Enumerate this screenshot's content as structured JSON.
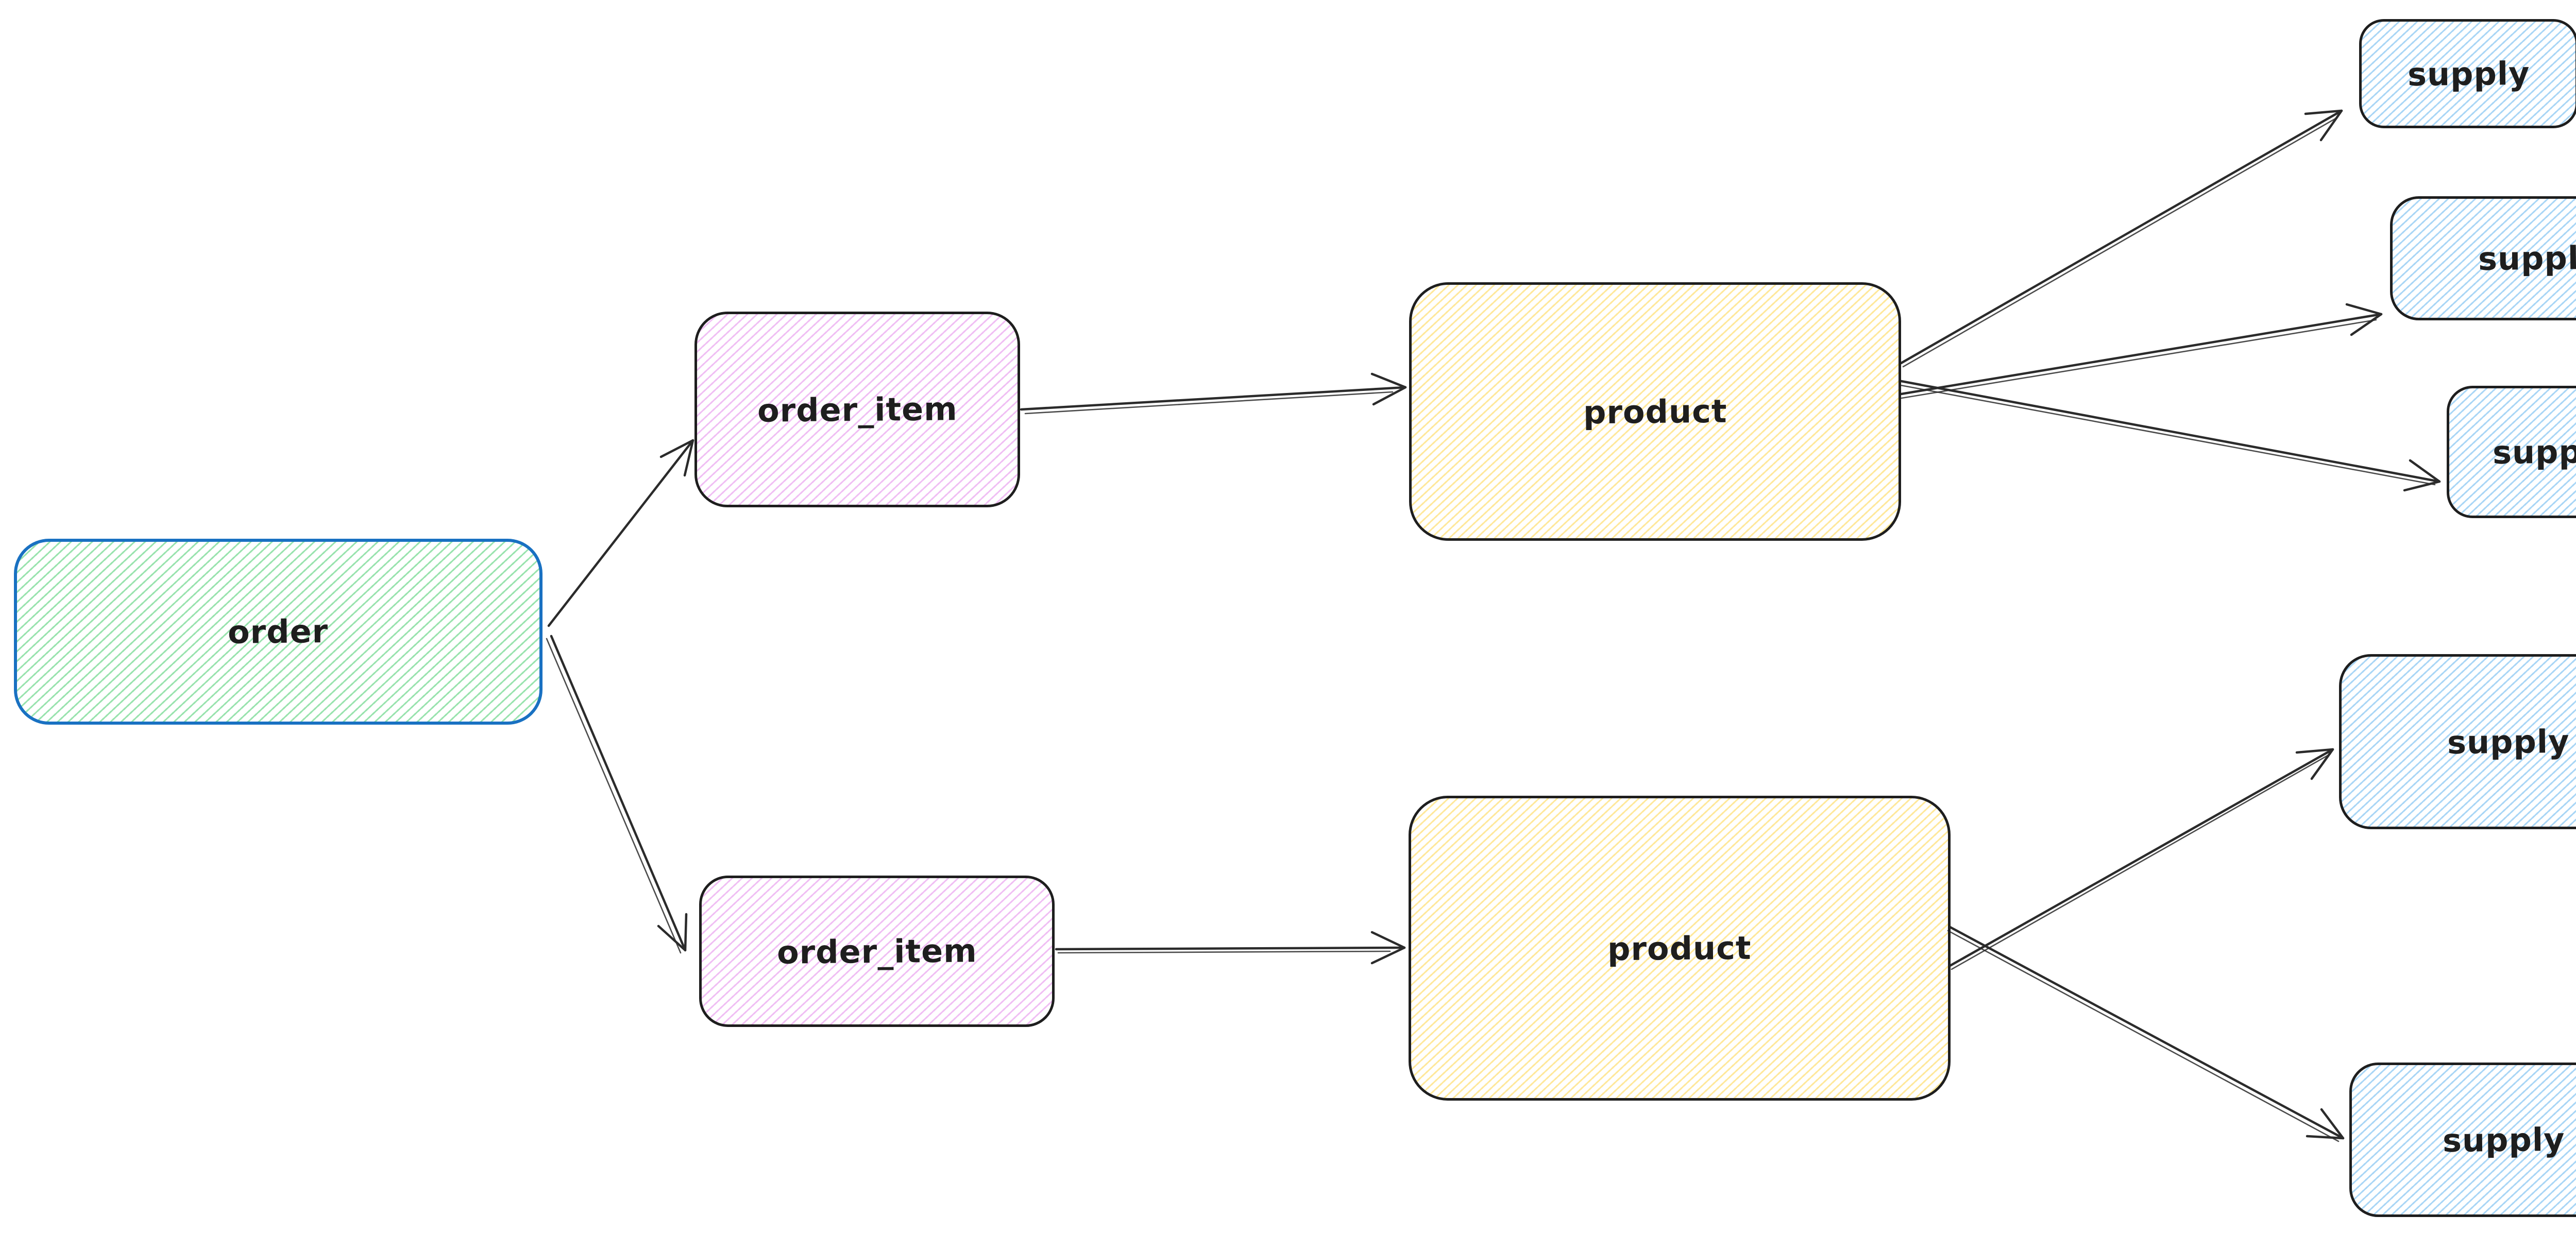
{
  "diagram": {
    "kind": "hand-drawn entity relationship diagram",
    "background_color": "#ffffff",
    "palette": {
      "order_stroke": "#1971c2",
      "order_fill": "#b2f2bb",
      "order_item_stroke": "#1e1e1e",
      "order_item_fill": "#eebefa",
      "product_stroke": "#1e1e1e",
      "product_fill": "#ffec99",
      "supply_stroke": "#1e1e1e",
      "supply_fill": "#a5d8ff",
      "arrow_color": "#2b2b2b",
      "label_color": "#1e1e1e"
    },
    "nodes": {
      "order": {
        "label": "order"
      },
      "order_item_1": {
        "label": "order_item"
      },
      "order_item_2": {
        "label": "order_item"
      },
      "product_1": {
        "label": "product"
      },
      "product_2": {
        "label": "product"
      },
      "supply_1": {
        "label": "supply"
      },
      "supply_2": {
        "label": "supply"
      },
      "supply_3": {
        "label": "supply"
      },
      "supply_4": {
        "label": "supply"
      },
      "supply_5": {
        "label": "supply"
      }
    },
    "edges": [
      {
        "from": "order",
        "to": "order_item_1"
      },
      {
        "from": "order",
        "to": "order_item_2"
      },
      {
        "from": "order_item_1",
        "to": "product_1"
      },
      {
        "from": "order_item_2",
        "to": "product_2"
      },
      {
        "from": "product_1",
        "to": "supply_1"
      },
      {
        "from": "product_1",
        "to": "supply_2"
      },
      {
        "from": "product_1",
        "to": "supply_3"
      },
      {
        "from": "product_2",
        "to": "supply_4"
      },
      {
        "from": "product_2",
        "to": "supply_5"
      }
    ]
  }
}
